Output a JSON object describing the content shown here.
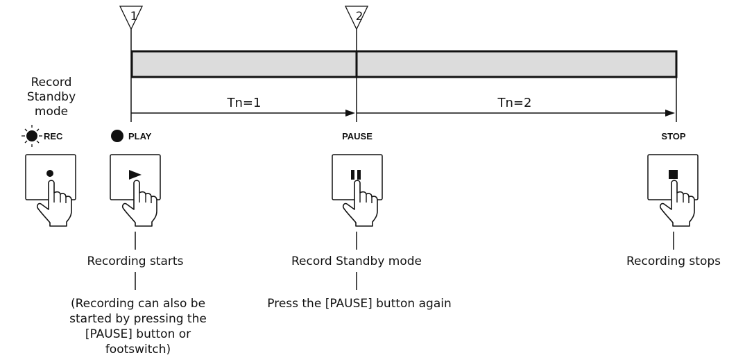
{
  "markers": [
    "1",
    "2"
  ],
  "segments": [
    "Tn=1",
    "Tn=2"
  ],
  "standby": {
    "title_lines": [
      "Record",
      "Standby",
      "mode"
    ],
    "label": "REC"
  },
  "buttons": {
    "rec": {
      "icon": "record-dot-icon"
    },
    "play": {
      "label": "PLAY",
      "icon": "play-triangle-icon",
      "indicator": "lit-dot-icon"
    },
    "pause": {
      "label": "PAUSE",
      "icon": "pause-bars-icon"
    },
    "stop": {
      "label": "STOP",
      "icon": "stop-square-icon"
    }
  },
  "captions": {
    "play": "Recording starts",
    "play_note": [
      "(Recording can also be",
      "started by pressing the",
      "[PAUSE] button or",
      "footswitch)"
    ],
    "pause": "Record Standby mode",
    "pause_note": "Press the [PAUSE] button again",
    "stop": "Recording stops"
  },
  "colors": {
    "bar_fill": "#dcdcdc",
    "stroke": "#111111"
  }
}
